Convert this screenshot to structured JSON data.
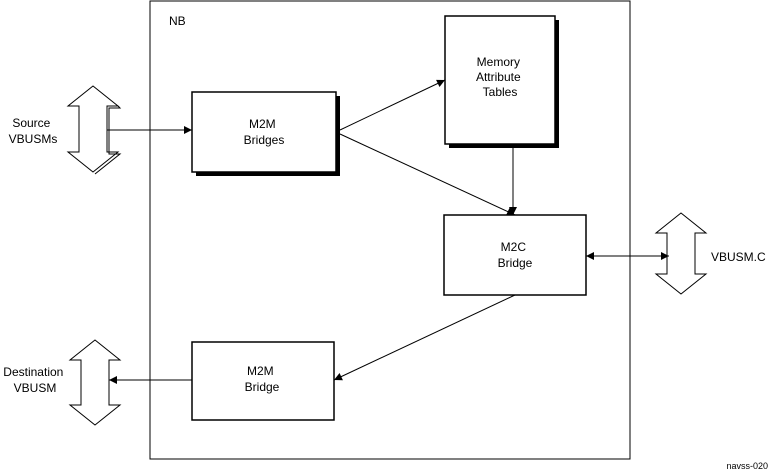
{
  "container_label": "NB",
  "boxes": {
    "m2m_bridges": [
      "M2M",
      "Bridges"
    ],
    "memory_attribute_tables": [
      "Memory",
      "Attribute",
      "Tables"
    ],
    "m2c_bridge": [
      "M2C",
      "Bridge"
    ],
    "m2m_bridge": [
      "M2M",
      "Bridge"
    ]
  },
  "external": {
    "source_vbusms": [
      "Source",
      "VBUSMs"
    ],
    "vbusm_c": [
      "VBUSM.C"
    ],
    "destination_vbusm": [
      "Destination",
      "VBUSM"
    ]
  },
  "figure_id": "navss-020",
  "colors": {
    "line": "#000000",
    "background": "#ffffff"
  }
}
